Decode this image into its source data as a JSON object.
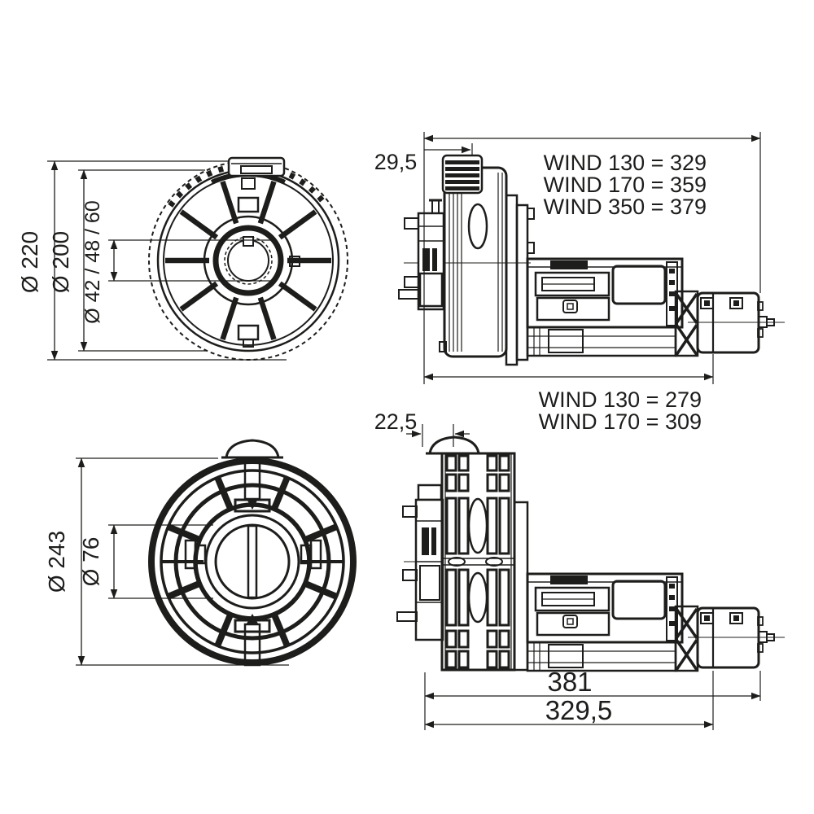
{
  "title": "Roller drive / winch technical drawing, four views",
  "colors": {
    "background": "#ffffff",
    "ink": "#1d1d1b"
  },
  "views": {
    "front_top": {
      "description": "front view of small spoked cable drum",
      "labels": {
        "outer_dia": "Ø 220",
        "rim_dia": "Ø 200",
        "bore_dia": "Ø 42 / 48 / 60"
      }
    },
    "side_top": {
      "description": "side view of drive with small drum",
      "labels": {
        "cap_offset": "29,5",
        "overall_length": [
          "WIND 130 = 329",
          "WIND 170 = 359",
          "WIND 350 = 379"
        ],
        "drum_length": [
          "WIND 130 = 279",
          "WIND 170 = 309"
        ]
      }
    },
    "front_bottom": {
      "description": "front view of large spoked cage drum",
      "labels": {
        "outer_dia": "Ø 243",
        "bore_dia": "Ø 76"
      }
    },
    "side_bottom": {
      "description": "side view of drive with large cage drum",
      "labels": {
        "cap_offset": "22,5",
        "overall_length": "381",
        "drum_length": "329,5"
      }
    }
  }
}
